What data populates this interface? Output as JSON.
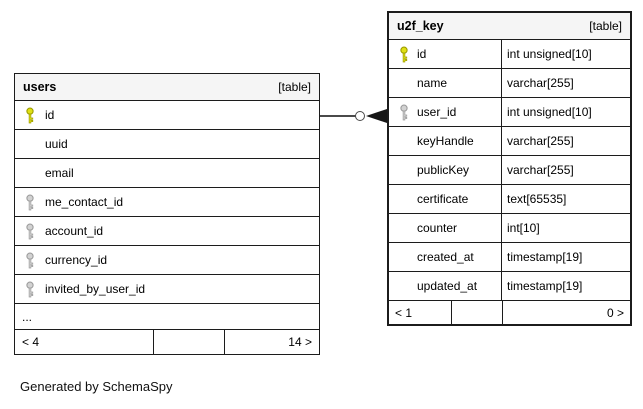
{
  "colors": {
    "primary_key": "#e0e014",
    "foreign_key": "#d2d2d2",
    "header_bg": "#f5f5f5",
    "border": "#1c1c1c",
    "relationship": "#4a4a4a"
  },
  "footer_note": "Generated by SchemaSpy",
  "users_table": {
    "title": "users",
    "type_label": "[table]",
    "rows": [
      {
        "name": "id",
        "key": "primary"
      },
      {
        "name": "uuid",
        "key": "none"
      },
      {
        "name": "email",
        "key": "none"
      },
      {
        "name": "me_contact_id",
        "key": "foreign"
      },
      {
        "name": "account_id",
        "key": "foreign"
      },
      {
        "name": "currency_id",
        "key": "foreign"
      },
      {
        "name": "invited_by_user_id",
        "key": "foreign"
      }
    ],
    "more_indicator": "...",
    "footer": {
      "left": "< 4",
      "middle": "",
      "right": "14 >"
    }
  },
  "u2f_key_table": {
    "title": "u2f_key",
    "type_label": "[table]",
    "rows": [
      {
        "name": "id",
        "type": "int unsigned[10]",
        "key": "primary"
      },
      {
        "name": "name",
        "type": "varchar[255]",
        "key": "none"
      },
      {
        "name": "user_id",
        "type": "int unsigned[10]",
        "key": "foreign"
      },
      {
        "name": "keyHandle",
        "type": "varchar[255]",
        "key": "none"
      },
      {
        "name": "publicKey",
        "type": "varchar[255]",
        "key": "none"
      },
      {
        "name": "certificate",
        "type": "text[65535]",
        "key": "none"
      },
      {
        "name": "counter",
        "type": "int[10]",
        "key": "none"
      },
      {
        "name": "created_at",
        "type": "timestamp[19]",
        "key": "none"
      },
      {
        "name": "updated_at",
        "type": "timestamp[19]",
        "key": "none"
      }
    ],
    "footer": {
      "left": "< 1",
      "middle": "",
      "right": "0 >"
    }
  },
  "relationship": {
    "from_column": "users.id",
    "to_column": "u2f_key.user_id",
    "end_markers": [
      "open-circle",
      "filled-arrowhead"
    ]
  }
}
